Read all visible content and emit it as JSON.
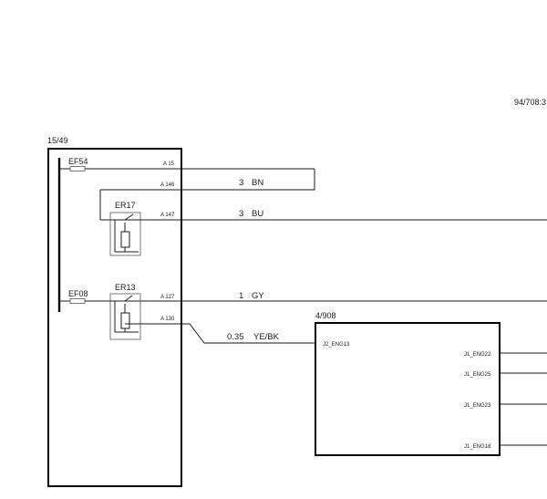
{
  "diagram": {
    "ref_code": "94/708:3",
    "main_unit": {
      "label": "15/49"
    },
    "fuses": [
      {
        "id": "EF54",
        "label": "EF54"
      },
      {
        "id": "EF08",
        "label": "EF08"
      }
    ],
    "relays": [
      {
        "id": "ER17",
        "label": "ER17"
      },
      {
        "id": "ER13",
        "label": "ER13"
      }
    ],
    "pins": [
      {
        "id": "A15",
        "label": "A 15"
      },
      {
        "id": "A146",
        "label": "A 146"
      },
      {
        "id": "A147",
        "label": "A 147"
      },
      {
        "id": "A127",
        "label": "A 127"
      },
      {
        "id": "A130",
        "label": "A 130"
      }
    ],
    "wires": [
      {
        "id": "w1",
        "gauge": "3",
        "color": "BN"
      },
      {
        "id": "w2",
        "gauge": "3",
        "color": "BU"
      },
      {
        "id": "w3",
        "gauge": "1",
        "color": "GY"
      },
      {
        "id": "w4",
        "gauge": "0.35",
        "color": "YE/BK"
      }
    ],
    "ecu": {
      "label": "4/908",
      "pins": [
        {
          "id": "J2_ENG13",
          "label": "J2_ENG13"
        },
        {
          "id": "J1_ENG22",
          "label": "J1_ENG22"
        },
        {
          "id": "J1_ENG25",
          "label": "J1_ENG25"
        },
        {
          "id": "J1_ENG23",
          "label": "J1_ENG23"
        },
        {
          "id": "J1_ENG18",
          "label": "J1_ENG18"
        }
      ]
    }
  }
}
